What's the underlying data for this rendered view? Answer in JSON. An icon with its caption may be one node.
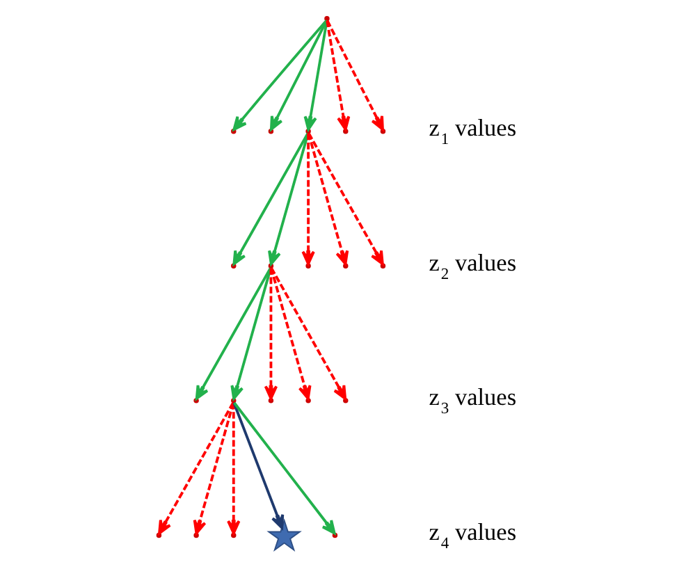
{
  "diagram": {
    "nodes": [
      {
        "text": [],
        "shape": "point"
      },
      {
        "text": [],
        "shape": "point"
      },
      {
        "text": [],
        "shape": "point"
      },
      {
        "text": [],
        "shape": "point"
      },
      {
        "text": [],
        "shape": "point"
      },
      {
        "text": [],
        "shape": "point"
      },
      {
        "text": [],
        "shape": "point"
      },
      {
        "text": [],
        "shape": "point"
      },
      {
        "text": [],
        "shape": "point"
      },
      {
        "text": [],
        "shape": "point"
      },
      {
        "text": [],
        "shape": "point"
      },
      {
        "text": [],
        "shape": "point"
      },
      {
        "text": [],
        "shape": "point"
      },
      {
        "text": [],
        "shape": "point"
      },
      {
        "text": [],
        "shape": "point"
      },
      {
        "text": [],
        "shape": "point"
      },
      {
        "text": [],
        "shape": "point"
      },
      {
        "text": [],
        "shape": "point"
      },
      {
        "text": [],
        "shape": "point"
      },
      {
        "text": [],
        "shape": "star"
      },
      {
        "text": [],
        "shape": "point"
      }
    ],
    "edges": [
      {
        "from": 0,
        "to": 1,
        "arrow": "to",
        "color": "#22b14c"
      },
      {
        "from": 0,
        "to": 2,
        "arrow": "to",
        "color": "#22b14c"
      },
      {
        "from": 0,
        "to": 3,
        "arrow": "to",
        "color": "#22b14c"
      },
      {
        "from": 0,
        "to": 4,
        "arrow": "to",
        "style": "dashed"
      },
      {
        "from": 0,
        "to": 5,
        "arrow": "to",
        "style": "dashed"
      },
      {
        "from": 3,
        "to": 6,
        "arrow": "to",
        "color": "#22b14c"
      },
      {
        "from": 3,
        "to": 7,
        "arrow": "to",
        "color": "#22b14c"
      },
      {
        "from": 3,
        "to": 8,
        "arrow": "to",
        "style": "dashed"
      },
      {
        "from": 3,
        "to": 9,
        "arrow": "to",
        "style": "dashed"
      },
      {
        "from": 3,
        "to": 10,
        "arrow": "to",
        "style": "dashed"
      },
      {
        "from": 7,
        "to": 11,
        "arrow": "to",
        "color": "#22b14c"
      },
      {
        "from": 7,
        "to": 12,
        "arrow": "to",
        "color": "#22b14c"
      },
      {
        "from": 7,
        "to": 13,
        "arrow": "to",
        "style": "dashed"
      },
      {
        "from": 7,
        "to": 14,
        "arrow": "to",
        "style": "dashed"
      },
      {
        "from": 7,
        "to": 15,
        "arrow": "to",
        "style": "dashed"
      },
      {
        "from": 12,
        "to": 16,
        "arrow": "to",
        "style": "dashed"
      },
      {
        "from": 12,
        "to": 17,
        "arrow": "to",
        "style": "dashed"
      },
      {
        "from": 12,
        "to": 18,
        "arrow": "to",
        "style": "dashed"
      },
      {
        "from": 12,
        "to": 19,
        "arrow": "to",
        "color": "#1f3a6e"
      },
      {
        "from": 12,
        "to": 20,
        "arrow": "to",
        "color": "#22b14c"
      }
    ],
    "labels": [
      "z$_{1}$ values",
      "z$_{2}$ values",
      "z$_{3}$ values",
      "z$_{4}$ values"
    ]
  }
}
